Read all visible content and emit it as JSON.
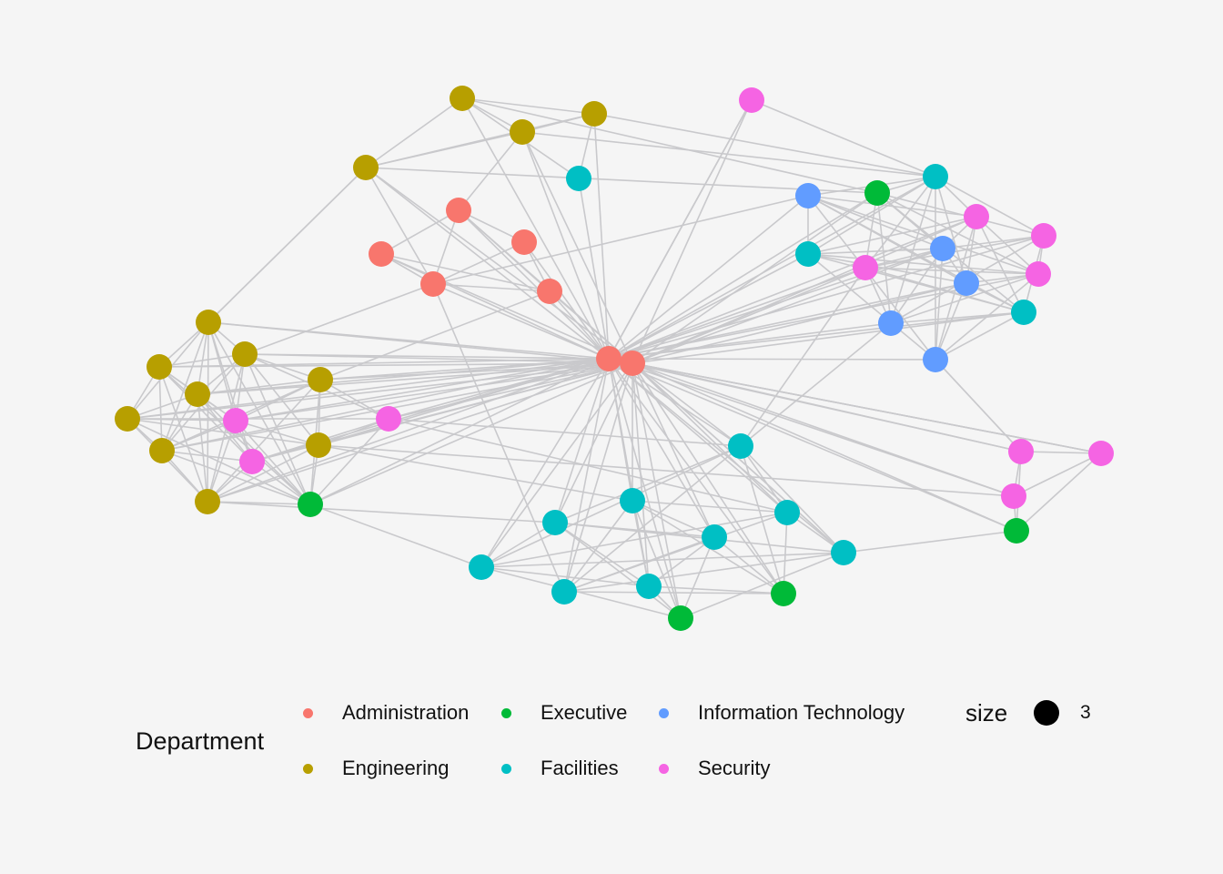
{
  "legend": {
    "title": "Department",
    "items": [
      {
        "label": "Administration",
        "color": "#F8766D"
      },
      {
        "label": "Executive",
        "color": "#00BA38"
      },
      {
        "label": "Information Technology",
        "color": "#619CFF"
      },
      {
        "label": "Engineering",
        "color": "#B79F00"
      },
      {
        "label": "Facilities",
        "color": "#00BFC4"
      },
      {
        "label": "Security",
        "color": "#F564E3"
      }
    ],
    "size_title": "size",
    "size_value": "3"
  },
  "network": {
    "edge_color": "#c9c9cc",
    "nodes": [
      {
        "dept": "Administration"
      },
      {
        "dept": "Administration"
      },
      {
        "dept": "Administration"
      },
      {
        "dept": "Administration"
      },
      {
        "dept": "Administration"
      },
      {
        "dept": "Administration"
      },
      {
        "dept": "Administration"
      },
      {
        "dept": "Engineering"
      },
      {
        "dept": "Engineering"
      },
      {
        "dept": "Engineering"
      },
      {
        "dept": "Engineering"
      },
      {
        "dept": "Facilities"
      },
      {
        "dept": "Security"
      },
      {
        "dept": "Information Technology"
      },
      {
        "dept": "Executive"
      },
      {
        "dept": "Facilities"
      },
      {
        "dept": "Security"
      },
      {
        "dept": "Security"
      },
      {
        "dept": "Information Technology"
      },
      {
        "dept": "Facilities"
      },
      {
        "dept": "Security"
      },
      {
        "dept": "Security"
      },
      {
        "dept": "Information Technology"
      },
      {
        "dept": "Information Technology"
      },
      {
        "dept": "Facilities"
      },
      {
        "dept": "Information Technology"
      },
      {
        "dept": "Engineering"
      },
      {
        "dept": "Engineering"
      },
      {
        "dept": "Engineering"
      },
      {
        "dept": "Engineering"
      },
      {
        "dept": "Engineering"
      },
      {
        "dept": "Engineering"
      },
      {
        "dept": "Engineering"
      },
      {
        "dept": "Engineering"
      },
      {
        "dept": "Security"
      },
      {
        "dept": "Security"
      },
      {
        "dept": "Engineering"
      },
      {
        "dept": "Security"
      },
      {
        "dept": "Executive"
      },
      {
        "dept": "Security"
      },
      {
        "dept": "Security"
      },
      {
        "dept": "Security"
      },
      {
        "dept": "Executive"
      },
      {
        "dept": "Facilities"
      },
      {
        "dept": "Facilities"
      },
      {
        "dept": "Facilities"
      },
      {
        "dept": "Facilities"
      },
      {
        "dept": "Facilities"
      },
      {
        "dept": "Facilities"
      },
      {
        "dept": "Facilities"
      },
      {
        "dept": "Facilities"
      },
      {
        "dept": "Facilities"
      },
      {
        "dept": "Executive"
      },
      {
        "dept": "Executive"
      }
    ]
  }
}
